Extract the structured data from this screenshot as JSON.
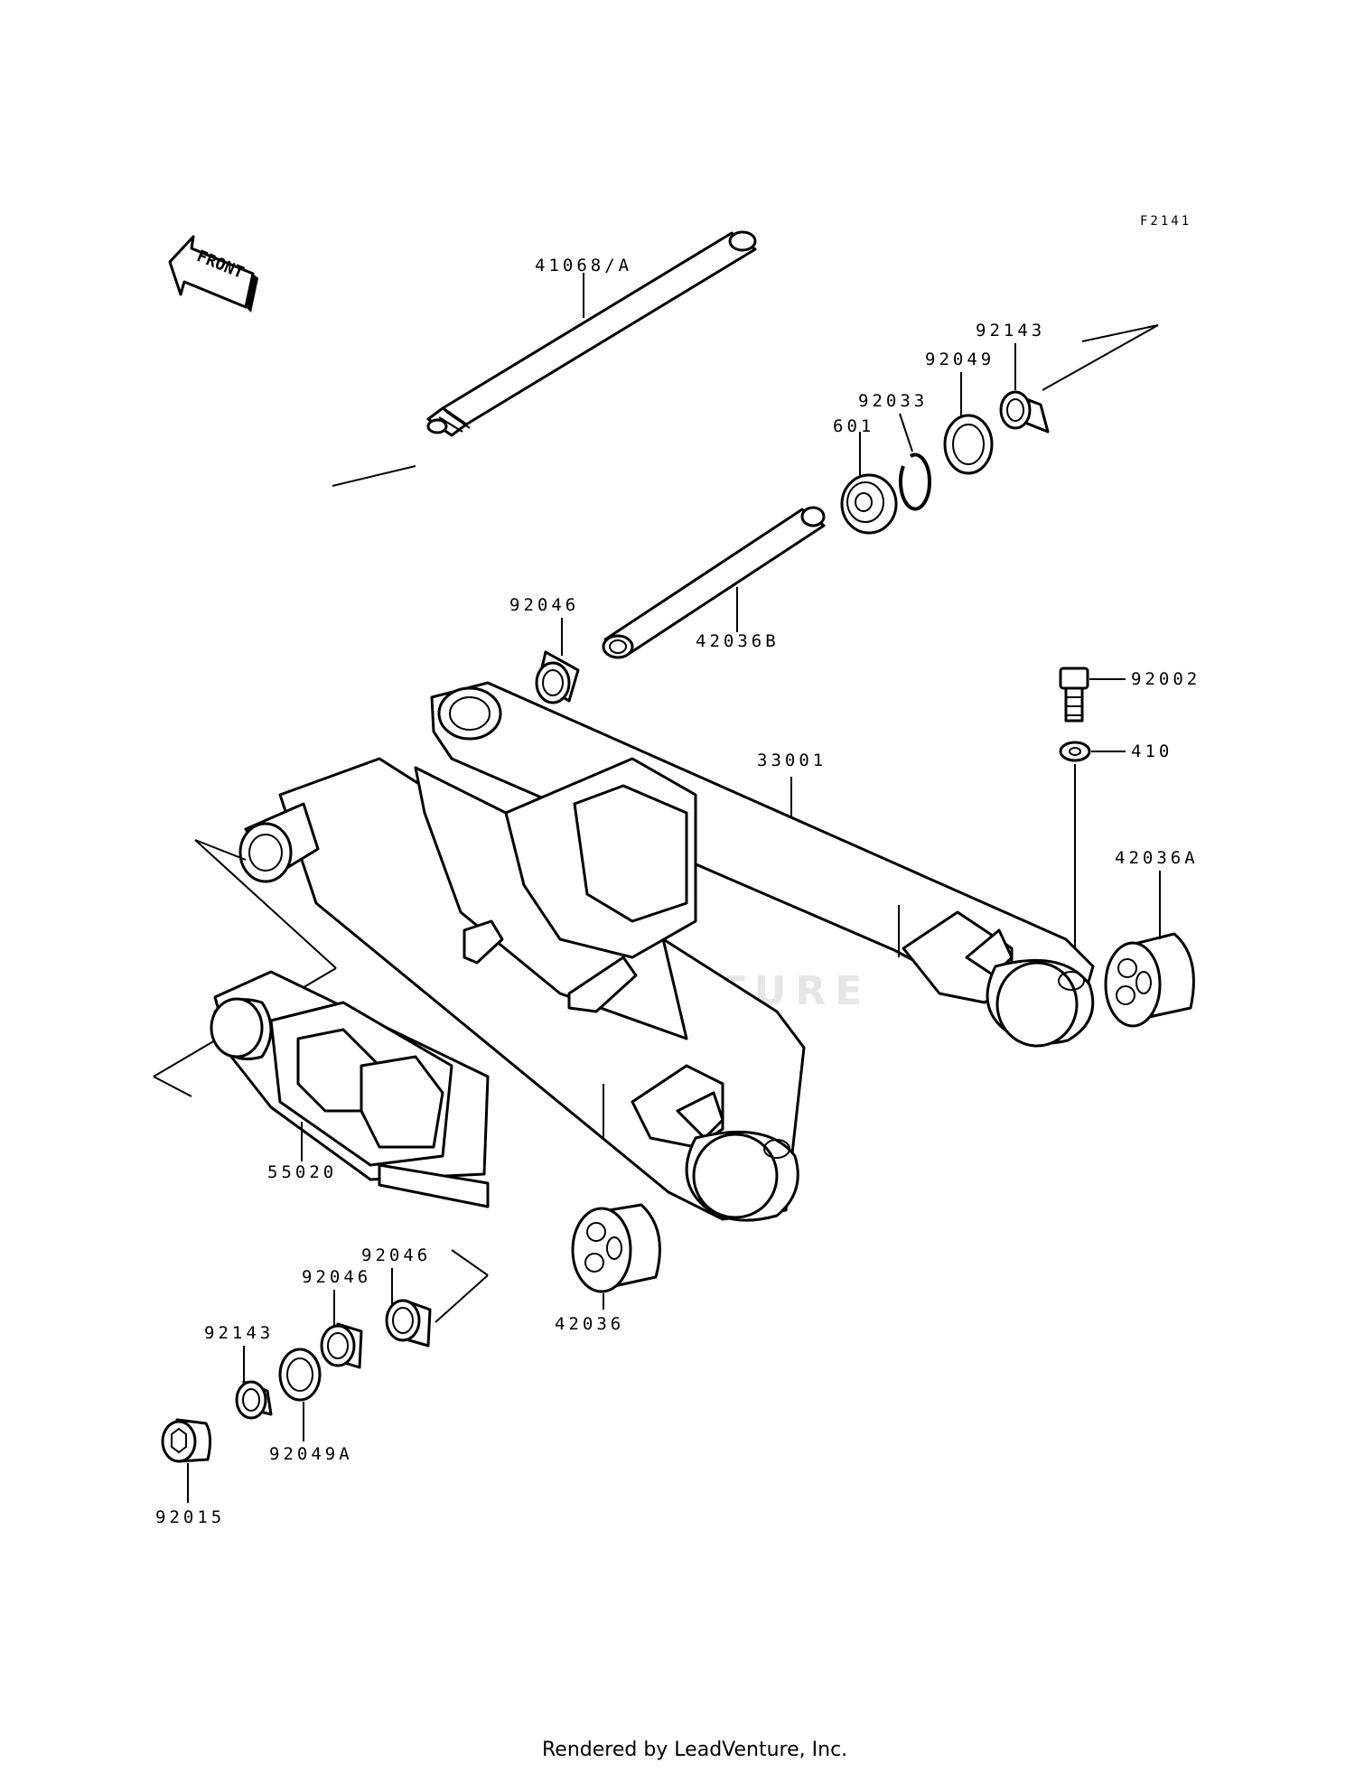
{
  "diagram_code": "F2141",
  "front_label": "FRONT",
  "watermark": "LEADVENTURE",
  "footer": "Rendered by LeadVenture, Inc.",
  "part_numbers": {
    "p41068a": "41068/A",
    "p92143_top": "92143",
    "p92049": "92049",
    "p92033": "92033",
    "p601": "601",
    "p92046_top": "92046",
    "p42036b": "42036B",
    "p92002": "92002",
    "p410": "410",
    "p33001": "33001",
    "p42036a": "42036A",
    "p55020": "55020",
    "p92046_mid": "92046",
    "p92046_low": "92046",
    "p92143_low": "92143",
    "p42036": "42036",
    "p92049a": "92049A",
    "p92015": "92015"
  }
}
